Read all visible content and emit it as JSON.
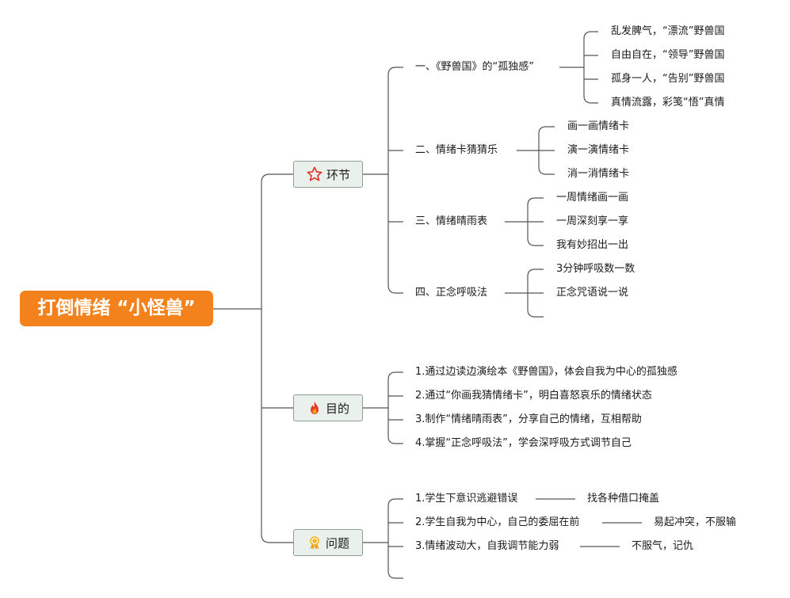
{
  "root": {
    "title": "打倒情绪 “小怪兽”"
  },
  "categories": [
    {
      "label": "环节",
      "icon": "star-icon"
    },
    {
      "label": "目的",
      "icon": "flame-icon"
    },
    {
      "label": "问题",
      "icon": "badge-icon"
    }
  ],
  "huanjie": {
    "items": [
      {
        "label": "一、《野兽国》的“孤独感”",
        "children": [
          "乱发脾气，“漂流”野兽国",
          "自由自在，“领导”野兽国",
          "孤身一人，“告别”野兽国",
          "真情流露，彩笺“悟”真情"
        ]
      },
      {
        "label": "二、情绪卡猜猜乐",
        "children": [
          "画一画情绪卡",
          "演一演情绪卡",
          "消一消情绪卡"
        ]
      },
      {
        "label": "三、情绪晴雨表",
        "children": [
          "一周情绪画一画",
          "一周深刻享一享",
          "我有妙招出一出"
        ]
      },
      {
        "label": "四、正念呼吸法",
        "children": [
          "3分钟呼吸数一数",
          "正念咒语说一说"
        ]
      }
    ]
  },
  "mudi": {
    "items": [
      "1.通过边读边演绘本《野兽国》，体会自我为中心的孤独感",
      "2.通过“你画我猜情绪卡”，明白喜怒哀乐的情绪状态",
      "3.制作“情绪晴雨表”，分享自己的情绪，互相帮助",
      "4.掌握“正念呼吸法”，学会深呼吸方式调节自己"
    ]
  },
  "wenti": {
    "items": [
      {
        "label": "1.学生下意识逃避错误",
        "child": "找各种借口掩盖"
      },
      {
        "label": "2.学生自我为中心，自己的委屈在前",
        "child": "易起冲突，不服输"
      },
      {
        "label": "3.情绪波动大，自我调节能力弱",
        "child": "不服气，记仇"
      }
    ]
  },
  "colors": {
    "root_bg": "#f3821c",
    "cat_bg": "#eaf1ec",
    "cat_border": "#8e9e94",
    "line": "#555555"
  }
}
